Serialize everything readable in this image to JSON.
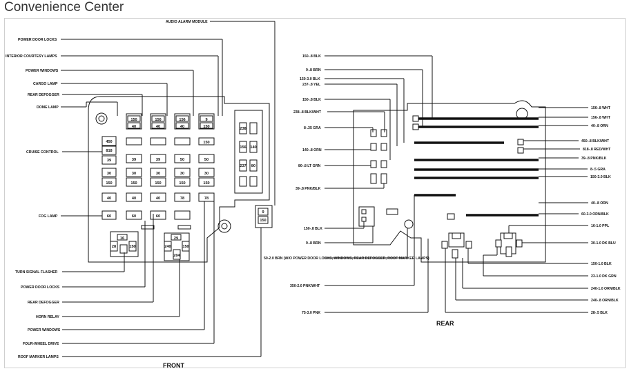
{
  "title": "Convenience Center",
  "front": {
    "caption": "FRONT",
    "top_left_labels": [
      "AUDIO ALARM MODULE",
      "POWER DOOR LOCKS",
      "INTERIOR COURTESY LAMPS",
      "POWER WINDOWS",
      "CARGO LAMP",
      "REAR DEFOGGER",
      "DOME LAMP"
    ],
    "mid_left_labels": [
      "CRUISE CONTROL",
      "FOG LAMP"
    ],
    "bottom_labels": [
      "TURN SIGNAL FLASHER",
      "POWER DOOR LOCKS",
      "REAR DEFOGGER",
      "HORN RELAY",
      "POWER WINDOWS",
      "FOUR-WHEEL DRIVE",
      "ROOF MARKER LAMPS"
    ]
  },
  "rear": {
    "caption": "REAR",
    "left_labels": [
      "150-.8 BLK",
      "9-.8 BRN",
      "150-3.0 BLK",
      "237-.8 YEL",
      "150-.8 BLK",
      "238-.8 BLK/WHT",
      "8-.35 GRA",
      "140-.8 ORN",
      "80-.8 LT GRN",
      "39-.8 PNK/BLK",
      "150-.8 BLK",
      "9-.8 BRN",
      "50-2.0 BRN (W/O POWER DOOR LOCKS, WINDOWS, REAR DEFOGGER, ROOF MARKER LAMPS)",
      "350-2.0 PNK/WHT",
      "75-3.0 PNK"
    ],
    "right_labels": [
      "156-.8 WHT",
      "156-.8 WHT",
      "40-.8 ORN",
      "450-.8 BLK/WHT",
      "818-.8 RED/WHT",
      "39-.8 PNK/BLK",
      "8-.5 GRA",
      "150-3.0 BLK",
      "40-.8 ORN",
      "60-3.0 ORN/BLK",
      "16-1.0 PPL",
      "30-1.0 DK BLU",
      "150-1.0 BLK",
      "23-1.0 DK GRN",
      "240-1.0 ORN/BLK",
      "240-.8 ORN/BLK",
      "28-.5 BLK"
    ]
  }
}
